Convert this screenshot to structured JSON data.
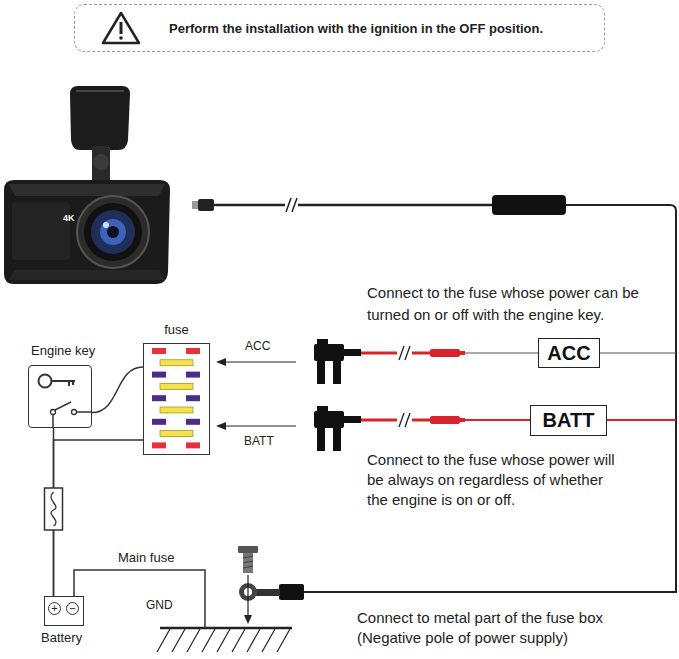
{
  "diagram": {
    "nodes": [
      {
        "text": [
          "Perform the installation with the ignition in the OFF position."
        ]
      },
      {
        "text": [
          "fuse"
        ]
      },
      {
        "text": [
          "ACC"
        ]
      },
      {
        "text": [
          "Engine key"
        ]
      },
      {
        "text": [
          "BATT"
        ]
      },
      {
        "text": [
          "+",
          "−",
          "Battery"
        ]
      }
    ],
    "edges": [
      {
        "from": 3,
        "to": 1,
        "arrow": "none"
      },
      {
        "from": 5,
        "to": 3,
        "arrow": "none"
      },
      {
        "from": 5,
        "to": 1,
        "arrow": "none"
      }
    ],
    "labels": [
      "4K",
      "Connect to the fuse whose power can be turned on or off with the engine key.",
      "ACC",
      "BATT",
      "Connect to the fuse whose power will be always on regardless of whether the engine is on or off.",
      "Main fuse",
      "GND",
      "Connect to metal part of the fuse box (Negative pole of power supply)"
    ]
  }
}
